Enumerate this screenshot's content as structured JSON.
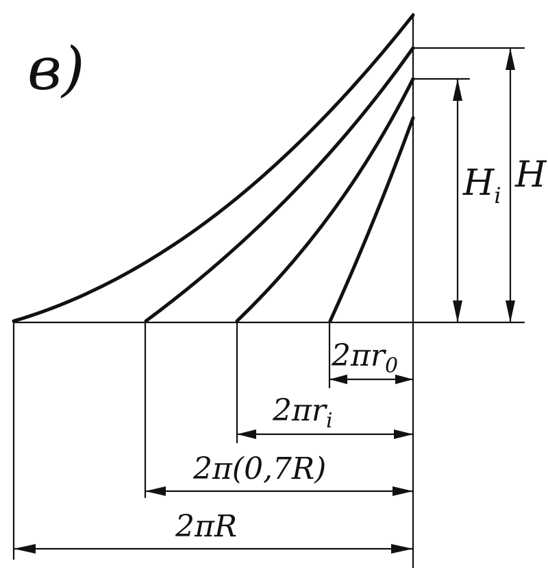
{
  "panel_label": "в)",
  "labels": {
    "H": "H",
    "H_i": "H",
    "H_i_sub": "i"
  },
  "dimensions": [
    {
      "main": "2πr",
      "sub": "0"
    },
    {
      "main": "2πr",
      "sub": "i"
    },
    {
      "main": "2π(0,7R)",
      "sub": ""
    },
    {
      "main": "2πR",
      "sub": ""
    }
  ]
}
